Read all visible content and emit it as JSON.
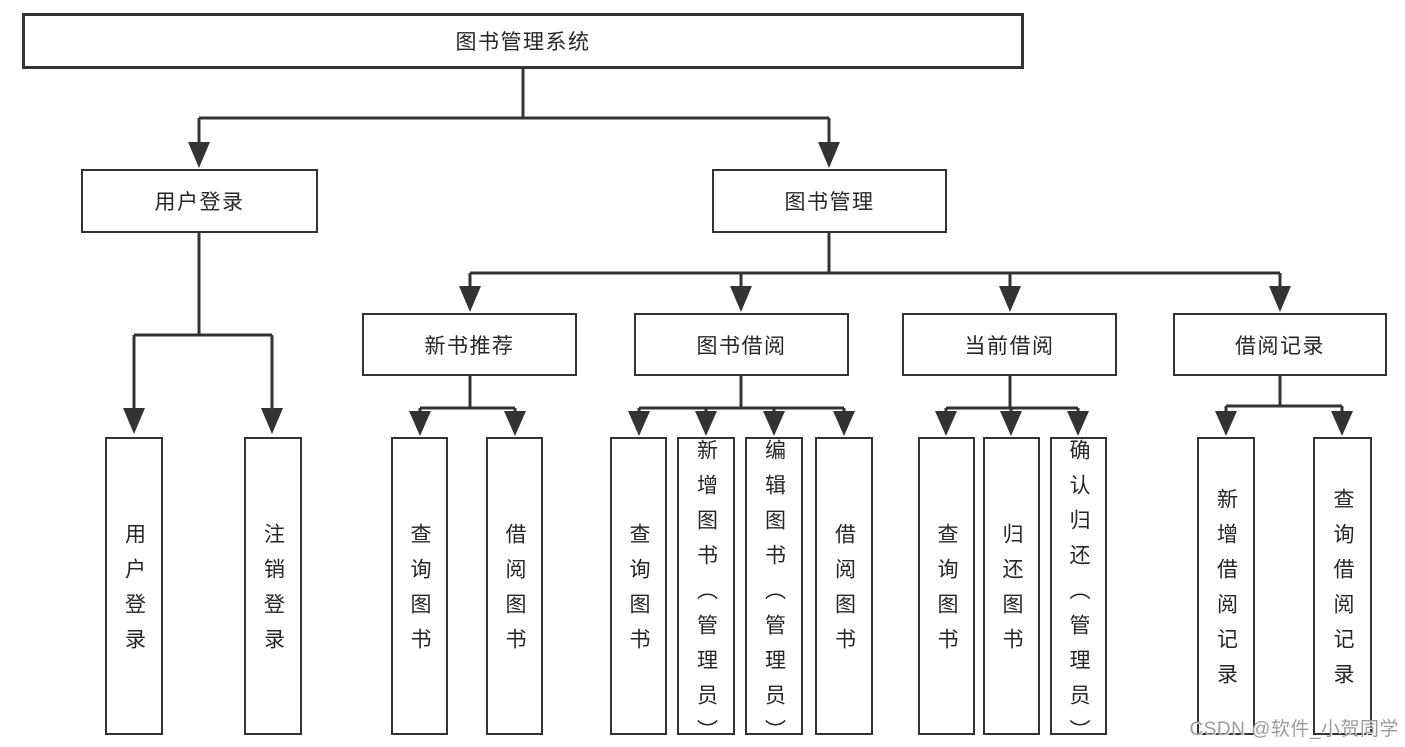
{
  "diagram_title": "图书管理系统",
  "tree": {
    "label": "图书管理系统",
    "children": [
      {
        "label": "用户登录",
        "children": [
          {
            "label": "用户登录"
          },
          {
            "label": "注销登录"
          }
        ]
      },
      {
        "label": "图书管理",
        "children": [
          {
            "label": "新书推荐",
            "children": [
              {
                "label": "查询图书"
              },
              {
                "label": "借阅图书"
              }
            ]
          },
          {
            "label": "图书借阅",
            "children": [
              {
                "label": "查询图书"
              },
              {
                "label": "新增图书（管理员）"
              },
              {
                "label": "编辑图书（管理员）"
              },
              {
                "label": "借阅图书"
              }
            ]
          },
          {
            "label": "当前借阅",
            "children": [
              {
                "label": "查询图书"
              },
              {
                "label": "归还图书"
              },
              {
                "label": "确认归还（管理员）"
              }
            ]
          },
          {
            "label": "借阅记录",
            "children": [
              {
                "label": "新增借阅记录"
              },
              {
                "label": "查询借阅记录"
              }
            ]
          }
        ]
      }
    ]
  },
  "watermark": {
    "text": "CSDN @软件_小贺同学"
  },
  "colors": {
    "line": "#333333",
    "box_border": "#333333",
    "box_background": "#ffffff",
    "text": "#262626",
    "watermark": "#9c9c9c"
  }
}
